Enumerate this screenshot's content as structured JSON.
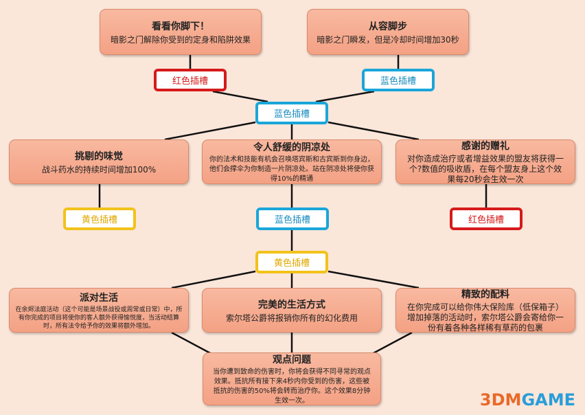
{
  "top": [
    {
      "title": "看看你脚下！",
      "desc": "暗影之门解除你受到的定身和陷阱效果"
    },
    {
      "title": "从容脚步",
      "desc": "暗影之门瞬发，但是冷却时间增加30秒"
    }
  ],
  "slots": {
    "top_left": "红色插槽",
    "top_right": "蓝色插槽",
    "center1": "蓝色插槽",
    "mid_left": "黄色插槽",
    "mid_center": "蓝色插槽",
    "mid_right": "红色插槽",
    "center2": "黄色插槽"
  },
  "row2": [
    {
      "title": "挑剔的味觉",
      "desc": "战斗药水的持续时间增加100%"
    },
    {
      "title": "令人舒缓的阴凉处",
      "desc": "你的法术和技能有机会召唤塔宾斯和古宾斯到你身边，他们会撑伞为你制造一片阴凉处。站在阴凉处将使你获得10%的精通"
    },
    {
      "title": "感谢的赠礼",
      "desc": "对你造成治疗或者增益效果的盟友将获得一个?数值的吸收盾，在每个盟友身上这个效果每20秒会生效一次"
    }
  ],
  "row4": [
    {
      "title": "派对生活",
      "desc": "在余烬法庭活动（这个可能是场景战役或周常或日常）中，所有你完成的项目将使你的客人额外获得愉悦度，当活动结算时，所有法令给予你的效果将额外增加。"
    },
    {
      "title": "完美的生活方式",
      "desc": "索尔塔公爵将报销你所有的幻化费用"
    },
    {
      "title": "精致的配料",
      "desc": "在你完成可以给你伟大保险库（低保箱子）增加掉落的活动时，索尔塔公爵会寄给你一份有着各种各样稀有草药的包裹"
    }
  ],
  "bottom": {
    "title": "观点问题",
    "desc": "当你遭到致命的伤害时，你将会获得不同寻常的观点效果。抵抗所有接下来4秒内你受到的伤害，这些被抵抗的伤害的50%将会转而治疗你。这个效果8分钟生效一次。"
  },
  "watermark": {
    "logo": "3DMGAME"
  },
  "colors": {
    "red": "#d61a1a",
    "blue": "#1aa6d9",
    "yellow": "#f2c21a",
    "box": "#f4a184"
  }
}
